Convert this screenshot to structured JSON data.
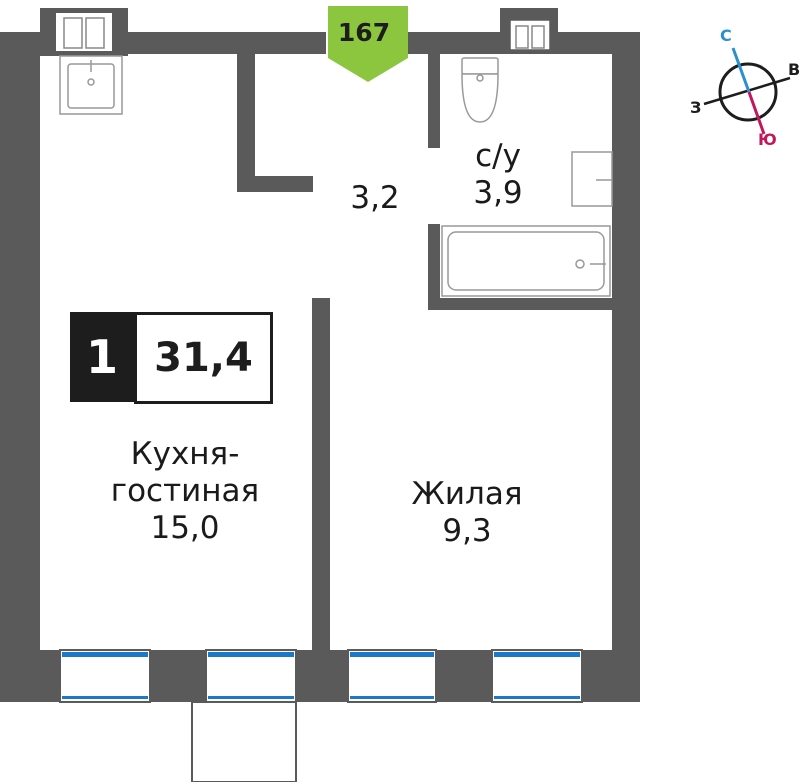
{
  "apartment": {
    "number": "167",
    "rooms": "1",
    "total_area": "31,4"
  },
  "rooms": {
    "kitchen": {
      "line1": "Кухня-",
      "line2": "гостиная",
      "area": "15,0"
    },
    "living": {
      "name": "Жилая",
      "area": "9,3"
    },
    "hall": {
      "area": "3,2"
    },
    "bathroom": {
      "name": "с/у",
      "area": "3,9"
    }
  },
  "compass": {
    "north": "С",
    "east": "В",
    "west": "З",
    "south": "Ю"
  },
  "colors": {
    "wall": "#5a5a5a",
    "badge": "#8cc63f",
    "window": "#1a7ac8",
    "compass_north": "#2e8fd0",
    "compass_south": "#c2185b"
  }
}
